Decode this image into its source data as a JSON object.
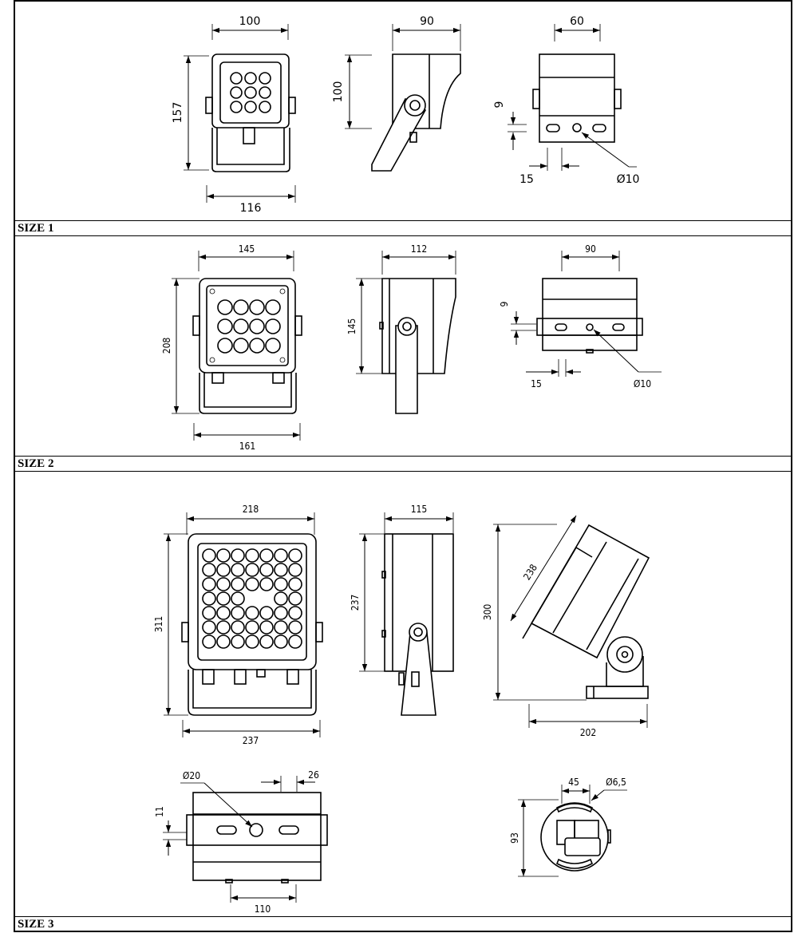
{
  "sections": [
    {
      "caption": "SIZE 1"
    },
    {
      "caption": "SIZE 2"
    },
    {
      "caption": "SIZE 3"
    }
  ],
  "size1": {
    "front": {
      "width": "100",
      "height": "157",
      "bracket_width": "116"
    },
    "side": {
      "depth": "90",
      "height": "100"
    },
    "back": {
      "width": "60",
      "slot_h": "9",
      "spacing": "15",
      "hole": "Ø10"
    }
  },
  "size2": {
    "front": {
      "width": "145",
      "height": "208",
      "bracket_width": "161"
    },
    "side": {
      "depth": "112",
      "height": "145"
    },
    "back": {
      "width": "90",
      "slot_h": "9",
      "spacing": "15",
      "hole": "Ø10"
    }
  },
  "size3": {
    "front": {
      "width": "218",
      "height": "311",
      "bracket_width": "237"
    },
    "side": {
      "depth": "115",
      "height": "237"
    },
    "tilted": {
      "length": "238",
      "height": "300",
      "base": "202"
    },
    "back": {
      "hole": "Ø20",
      "spacing": "26",
      "slot_h": "11",
      "width": "110"
    },
    "base": {
      "width": "45",
      "hole": "Ø6,5",
      "height": "93"
    }
  },
  "arrows": "arrow"
}
